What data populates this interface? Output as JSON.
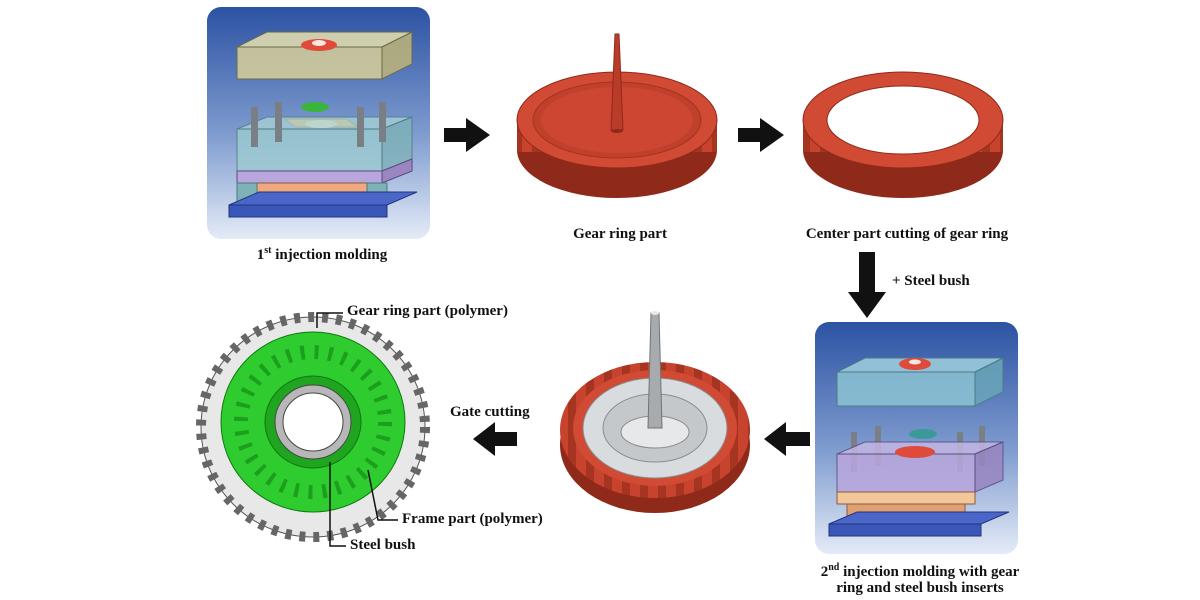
{
  "labels": {
    "first_molding": {
      "prefix": "1",
      "sup": "st",
      "text": " injection molding"
    },
    "gear_ring_part": "Gear ring part",
    "center_cut": "Center part cutting of gear ring",
    "steel_bush_add": "+ Steel bush",
    "second_molding": {
      "prefix": "2",
      "sup": "nd",
      "line1": " injection molding with gear",
      "line2": "ring and steel bush inserts"
    },
    "gate_cutting": "Gate cutting",
    "callout_gear_ring": "Gear ring part (polymer)",
    "callout_frame": "Frame part (polymer)",
    "callout_steel_bush": "Steel bush"
  },
  "colors": {
    "gear_red": "#c8432e",
    "gear_red_dark": "#8f2a1a",
    "frame_green": "#2fcc2f",
    "panel_top": "#2a4f9e",
    "panel_bottom": "#e9eef8",
    "arrow": "#111111"
  },
  "icons": [
    "arrow-right-icon",
    "arrow-down-icon",
    "arrow-left-icon"
  ]
}
